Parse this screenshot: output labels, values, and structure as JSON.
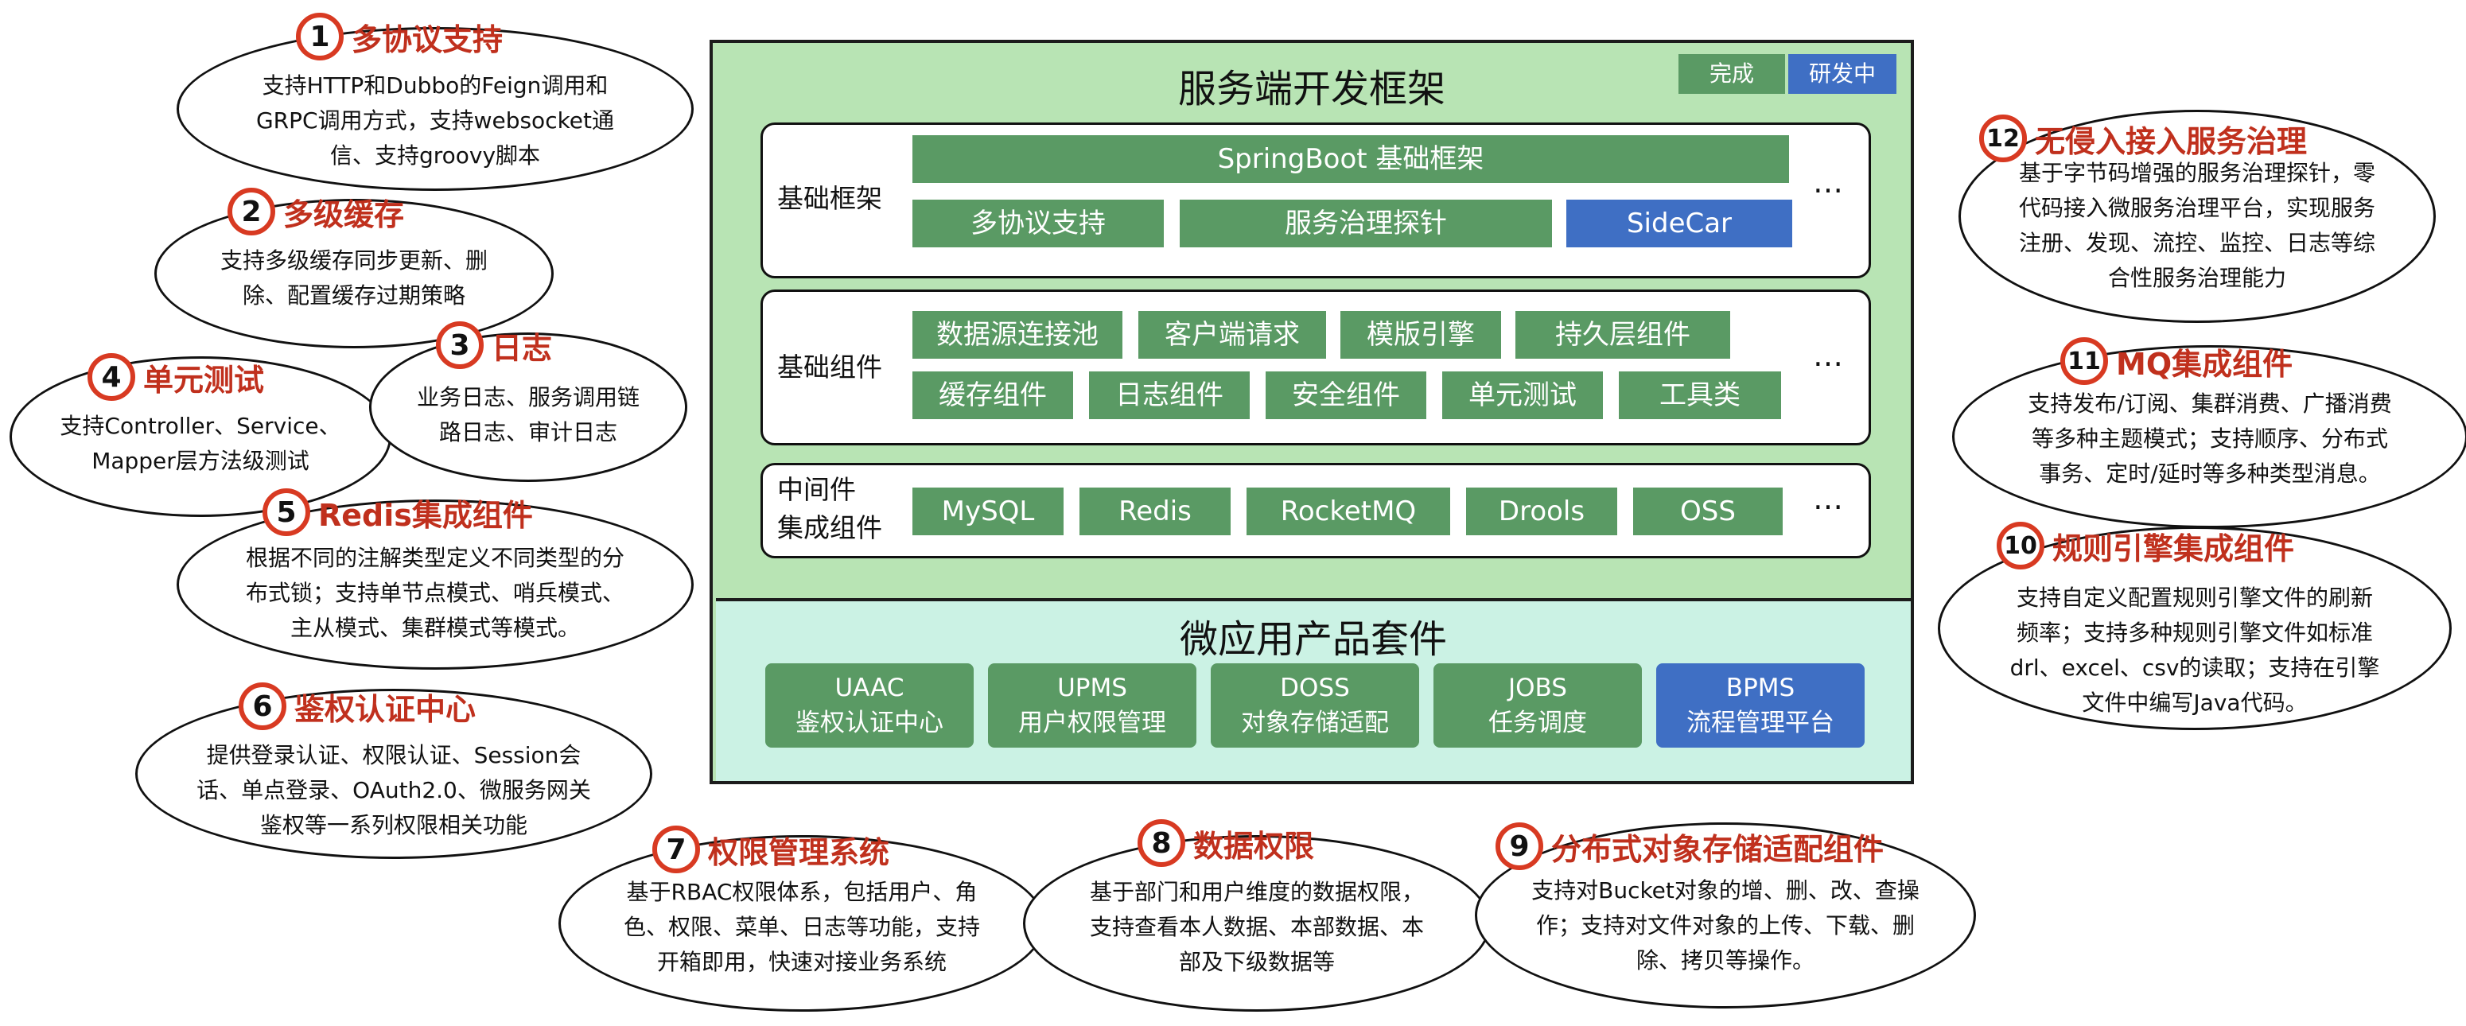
{
  "framework": {
    "title": "服务端开发框架",
    "legend": [
      {
        "label": "完成",
        "color": "#5a9a64"
      },
      {
        "label": "研发中",
        "color": "#3f6fc4"
      }
    ],
    "ellipsis": "…",
    "layers": [
      {
        "label_lines": [
          "基础框架"
        ],
        "rows": [
          [
            {
              "label": "SpringBoot 基础框架",
              "status": "done"
            }
          ],
          [
            {
              "label": "多协议支持",
              "status": "done"
            },
            {
              "label": "服务治理探针",
              "status": "done"
            },
            {
              "label": "SideCar",
              "status": "developing"
            }
          ]
        ]
      },
      {
        "label_lines": [
          "基础组件"
        ],
        "rows": [
          [
            {
              "label": "数据源连接池",
              "status": "done"
            },
            {
              "label": "客户端请求",
              "status": "done"
            },
            {
              "label": "模版引擎",
              "status": "done"
            },
            {
              "label": "持久层组件",
              "status": "done"
            }
          ],
          [
            {
              "label": "缓存组件",
              "status": "done"
            },
            {
              "label": "日志组件",
              "status": "done"
            },
            {
              "label": "安全组件",
              "status": "done"
            },
            {
              "label": "单元测试",
              "status": "done"
            },
            {
              "label": "工具类",
              "status": "done"
            }
          ]
        ]
      },
      {
        "label_lines": [
          "中间件",
          "集成组件"
        ],
        "rows": [
          [
            {
              "label": "MySQL",
              "status": "done"
            },
            {
              "label": "Redis",
              "status": "done"
            },
            {
              "label": "RocketMQ",
              "status": "done"
            },
            {
              "label": "Drools",
              "status": "done"
            },
            {
              "label": "OSS",
              "status": "done"
            }
          ]
        ]
      }
    ]
  },
  "micro_suite": {
    "title": "微应用产品套件",
    "items": [
      {
        "code": "UAAC",
        "name": "鉴权认证中心",
        "status": "done"
      },
      {
        "code": "UPMS",
        "name": "用户权限管理",
        "status": "done"
      },
      {
        "code": "DOSS",
        "name": "对象存储适配",
        "status": "done"
      },
      {
        "code": "JOBS",
        "name": "任务调度",
        "status": "done"
      },
      {
        "code": "BPMS",
        "name": "流程管理平台",
        "status": "developing"
      }
    ]
  },
  "callouts": [
    {
      "number": "1",
      "title": "多协议支持",
      "lines": [
        "支持HTTP和Dubbo的Feign调用和",
        "GRPC调用方式，支持websocket通",
        "信、支持groovy脚本"
      ]
    },
    {
      "number": "2",
      "title": "多级缓存",
      "lines": [
        "支持多级缓存同步更新、删",
        "除、配置缓存过期策略"
      ]
    },
    {
      "number": "3",
      "title": "日志",
      "lines": [
        "业务日志、服务调用链",
        "路日志、审计日志"
      ]
    },
    {
      "number": "4",
      "title": "单元测试",
      "lines": [
        "支持Controller、Service、",
        "Mapper层方法级测试"
      ]
    },
    {
      "number": "5",
      "title": "Redis集成组件",
      "lines": [
        "根据不同的注解类型定义不同类型的分",
        "布式锁；支持单节点模式、哨兵模式、",
        "主从模式、集群模式等模式。"
      ]
    },
    {
      "number": "6",
      "title": "鉴权认证中心",
      "lines": [
        "提供登录认证、权限认证、Session会",
        "话、单点登录、OAuth2.0、微服务网关",
        "鉴权等一系列权限相关功能"
      ]
    },
    {
      "number": "7",
      "title": "权限管理系统",
      "lines": [
        "基于RBAC权限体系，包括用户、角",
        "色、权限、菜单、日志等功能，支持",
        "开箱即用，快速对接业务系统"
      ]
    },
    {
      "number": "8",
      "title": "数据权限",
      "lines": [
        "基于部门和用户维度的数据权限，",
        "支持查看本人数据、本部数据、本",
        "部及下级数据等"
      ]
    },
    {
      "number": "9",
      "title": "分布式对象存储适配组件",
      "lines": [
        "支持对Bucket对象的增、删、改、查操",
        "作；支持对文件对象的上传、下载、删",
        "除、拷贝等操作。"
      ]
    },
    {
      "number": "10",
      "title": "规则引擎集成组件",
      "lines": [
        "支持自定义配置规则引擎文件的刷新",
        "频率；支持多种规则引擎文件如标准",
        "drl、excel、csv的读取；支持在引擎",
        "文件中编写Java代码。"
      ]
    },
    {
      "number": "11",
      "title": "MQ集成组件",
      "lines": [
        "支持发布/订阅、集群消费、广播消费",
        "等多种主题模式；支持顺序、分布式",
        "事务、定时/延时等多种类型消息。"
      ]
    },
    {
      "number": "12",
      "title": "无侵入接入服务治理",
      "lines": [
        "基于字节码增强的服务治理探针，零",
        "代码接入微服务治理平台，实现服务",
        "注册、发现、流控、监控、日志等综",
        "合性服务治理能力"
      ]
    }
  ]
}
